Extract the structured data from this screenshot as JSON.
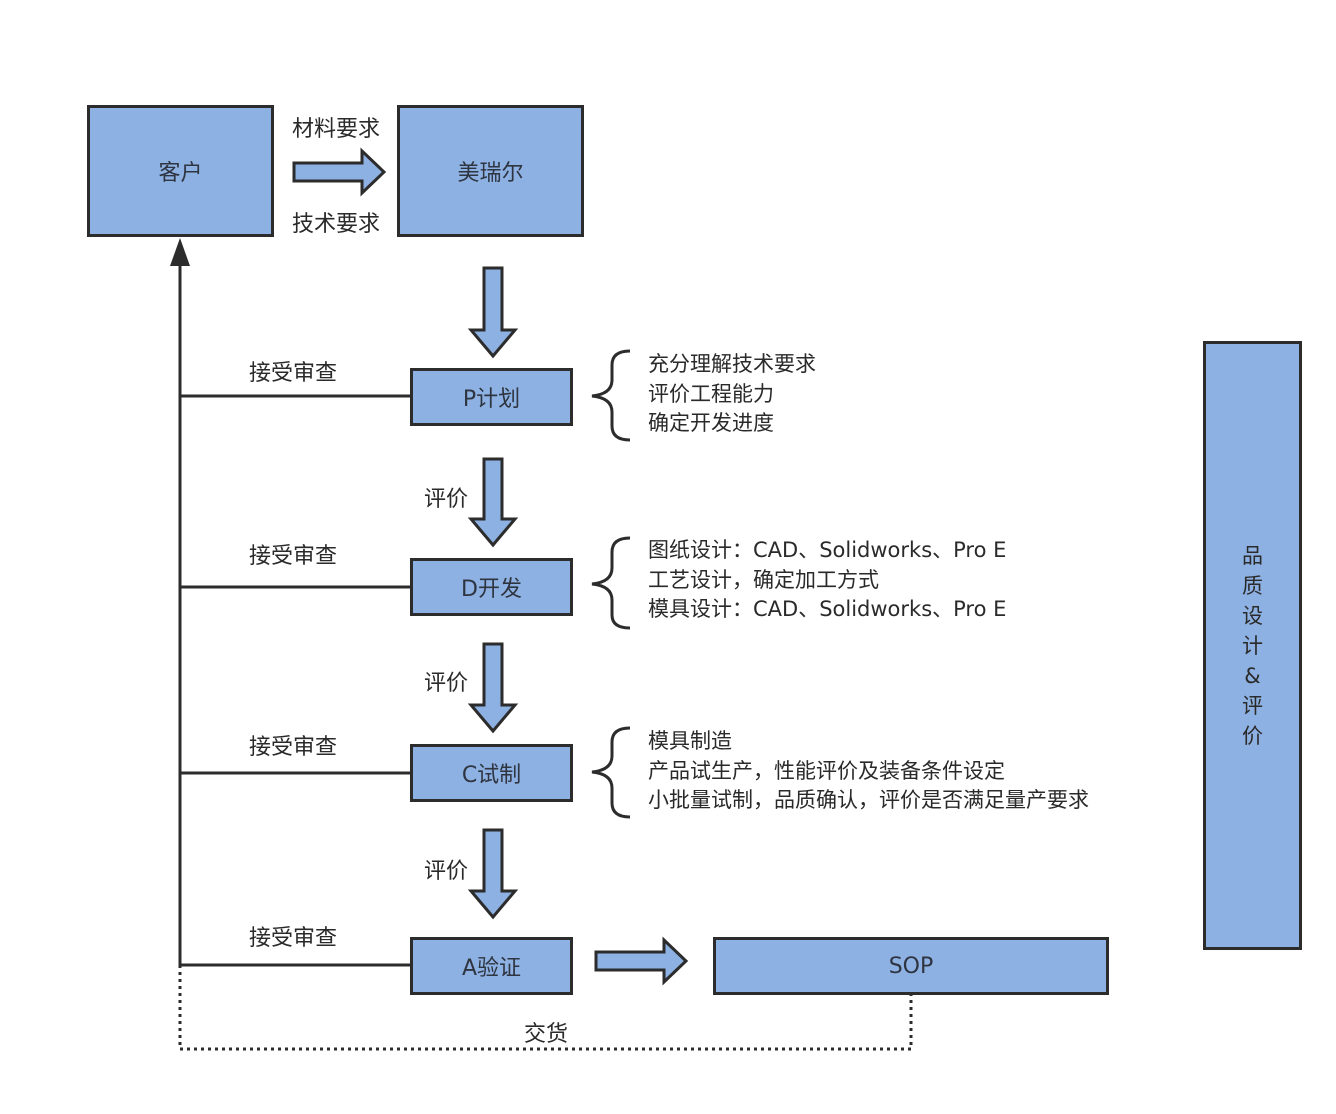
{
  "nodes": {
    "customer": "客户",
    "supplier": "美瑞尔",
    "p_plan": "P计划",
    "d_develop": "D开发",
    "c_trial": "C试制",
    "a_verify": "A验证",
    "sop": "SOP"
  },
  "edges": {
    "material_req": "材料要求",
    "tech_req": "技术要求",
    "evaluate": "评价",
    "accept_review": "接受审查",
    "delivery": "交货"
  },
  "details": {
    "p_plan": [
      "充分理解技术要求",
      "评价工程能力",
      "确定开发进度"
    ],
    "d_develop": [
      "图纸设计：CAD、Solidworks、Pro E",
      "工艺设计，确定加工方式",
      "模具设计：CAD、Solidworks、Pro E"
    ],
    "c_trial": [
      "模具制造",
      "产品试生产，性能评价及装备条件设定",
      "小批量试制，品质确认，评价是否满足量产要求"
    ]
  },
  "side_panel": [
    "品",
    "质",
    "设",
    "计",
    "&",
    "评",
    "价"
  ],
  "colors": {
    "box_fill": "#8db1e2",
    "stroke": "#2c2c2c"
  }
}
